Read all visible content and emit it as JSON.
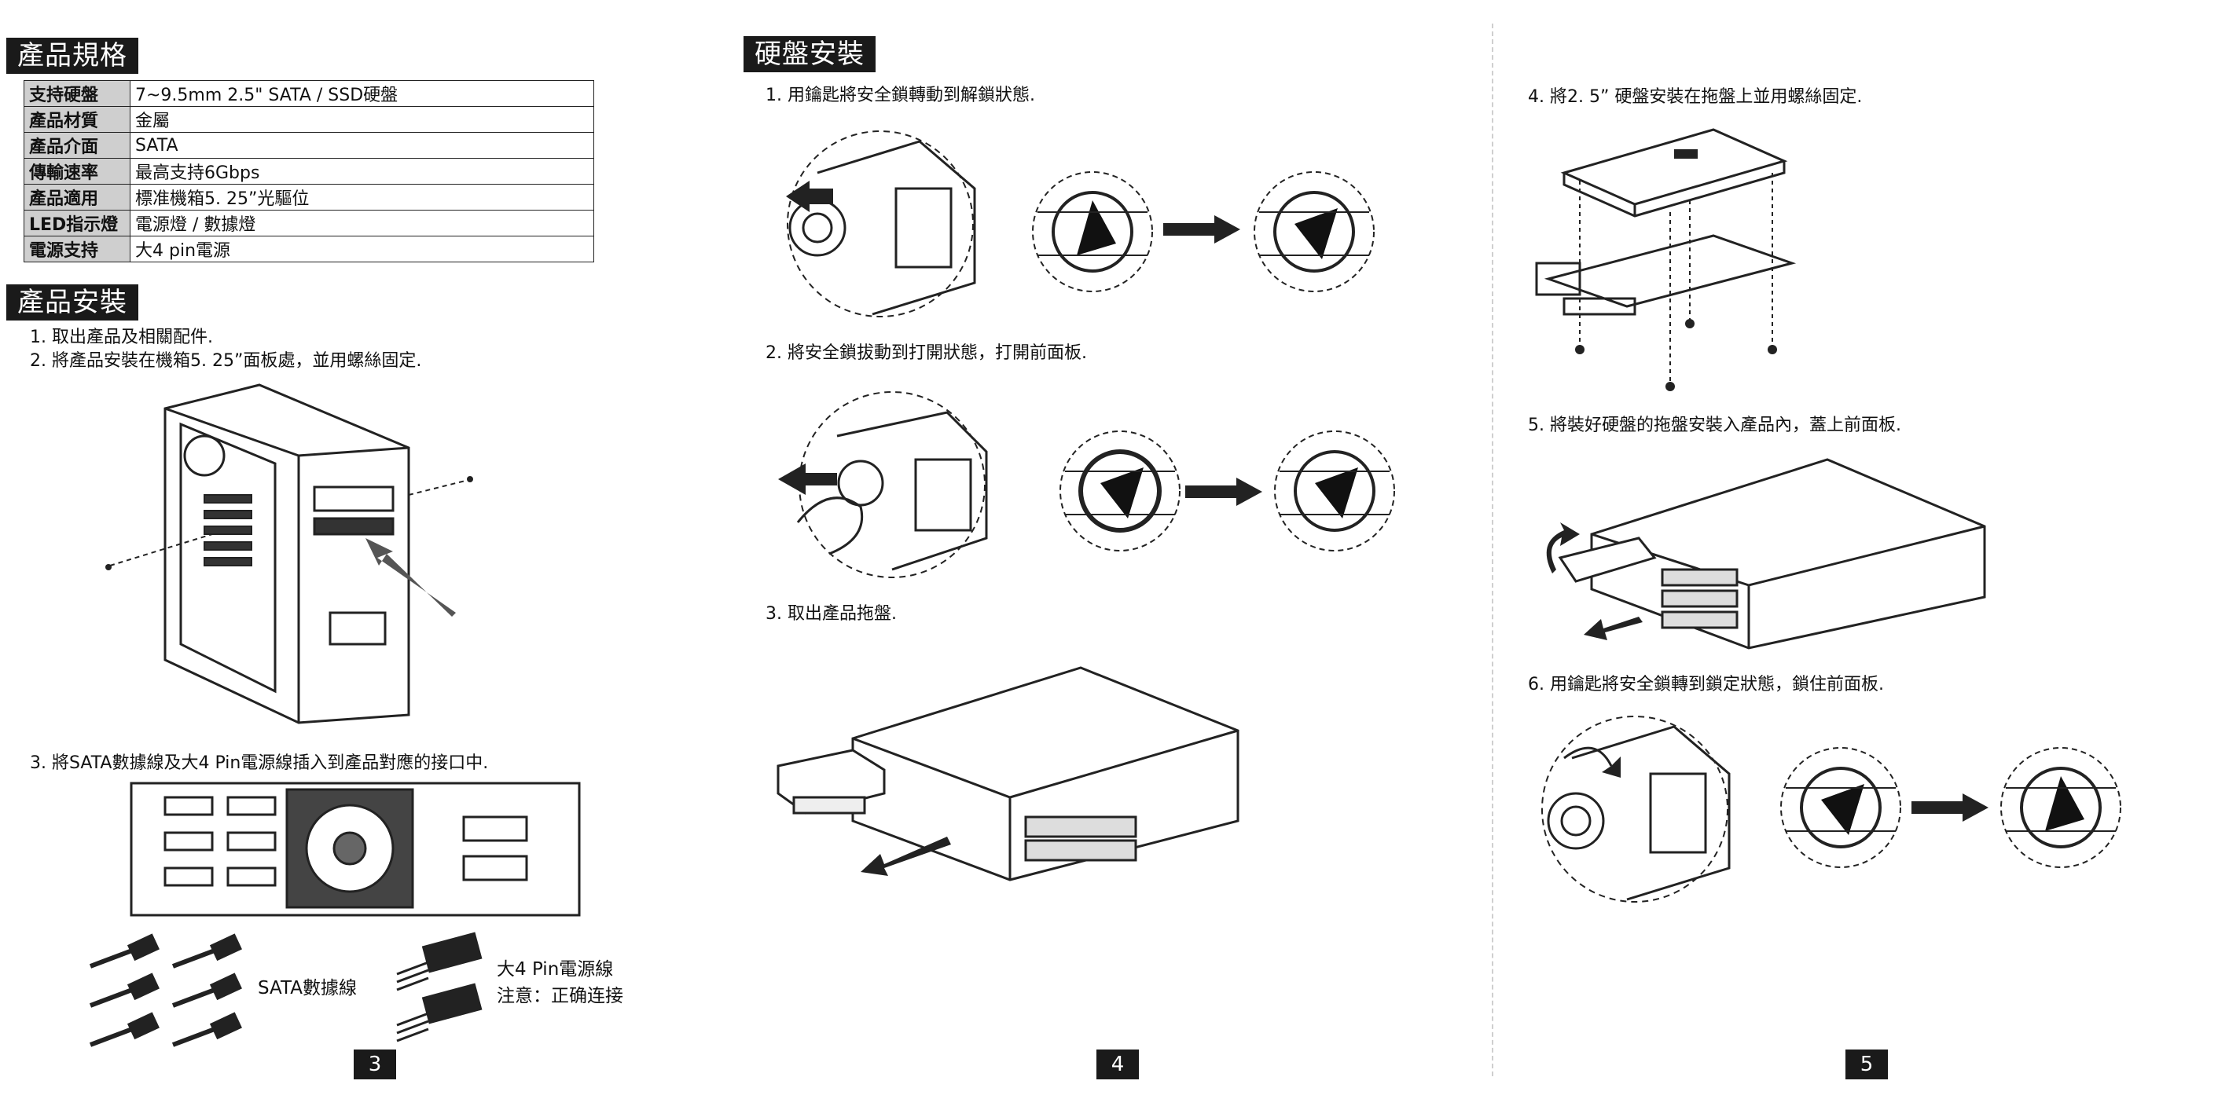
{
  "page3": {
    "spec_header": "產品規格",
    "spec_rows": [
      {
        "label": "支持硬盤",
        "value": "7~9.5mm 2.5\" SATA / SSD硬盤"
      },
      {
        "label": "產品材質",
        "value": "金屬"
      },
      {
        "label": "產品介面",
        "value": "SATA"
      },
      {
        "label": "傳輸速率",
        "value": "最高支持6Gbps"
      },
      {
        "label": "產品適用",
        "value": "標准機箱5. 25”光驅位"
      },
      {
        "label": "LED指示燈",
        "value": "電源燈 / 數據燈"
      },
      {
        "label": "電源支持",
        "value": "大4  pin電源"
      }
    ],
    "install_header": "產品安裝",
    "steps": [
      "1. 取出產品及相關配件.",
      "2. 將產品安裝在機箱5. 25”面板處，並用螺絲固定.",
      "3. 將SATA數據線及大4 Pin電源線插入到產品對應的接口中."
    ],
    "sata_label": "SATA數據線",
    "power_label": "大4 Pin電源線",
    "power_note": "注意：正确连接",
    "page_number": "3"
  },
  "page4": {
    "header": "硬盤安裝",
    "steps": [
      "1. 用鑰匙將安全鎖轉動到解鎖狀態.",
      "2. 將安全鎖拔動到打開狀態，打開前面板.",
      "3. 取出產品拖盤."
    ],
    "page_number": "4"
  },
  "page5": {
    "steps": [
      "4. 將2. 5”  硬盤安裝在拖盤上並用螺絲固定.",
      "5. 將裝好硬盤的拖盤安裝入產品內，蓋上前面板.",
      "6. 用鑰匙將安全鎖轉到鎖定狀態，鎖住前面板."
    ],
    "page_number": "5"
  }
}
